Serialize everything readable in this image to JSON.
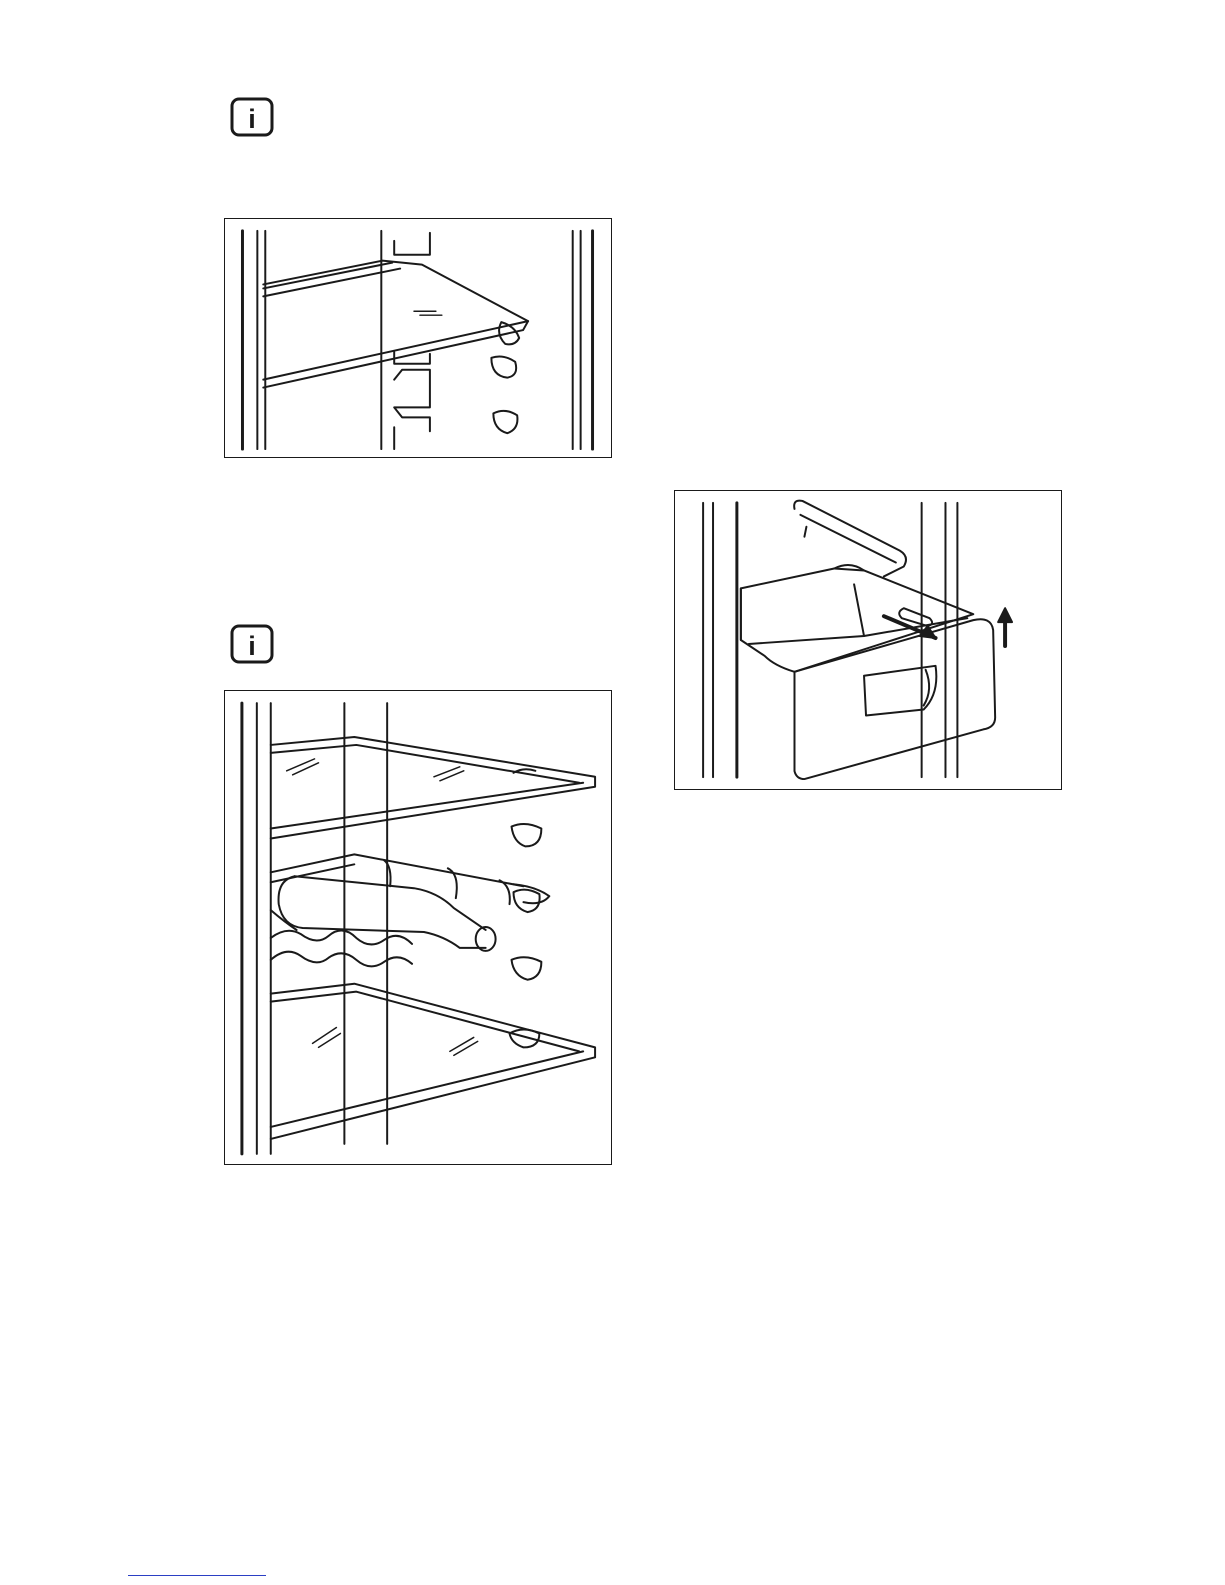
{
  "page": {
    "background": "#ffffff",
    "line_color": "#1a1a1a",
    "footer_rule_color": "#2b3fc4"
  },
  "icons": [
    {
      "name": "info-icon",
      "glyph": "i"
    },
    {
      "name": "info-icon",
      "glyph": "i"
    }
  ],
  "figures": [
    {
      "name": "shelf-figure"
    },
    {
      "name": "wine-rack-figure"
    },
    {
      "name": "drawer-figure"
    }
  ]
}
